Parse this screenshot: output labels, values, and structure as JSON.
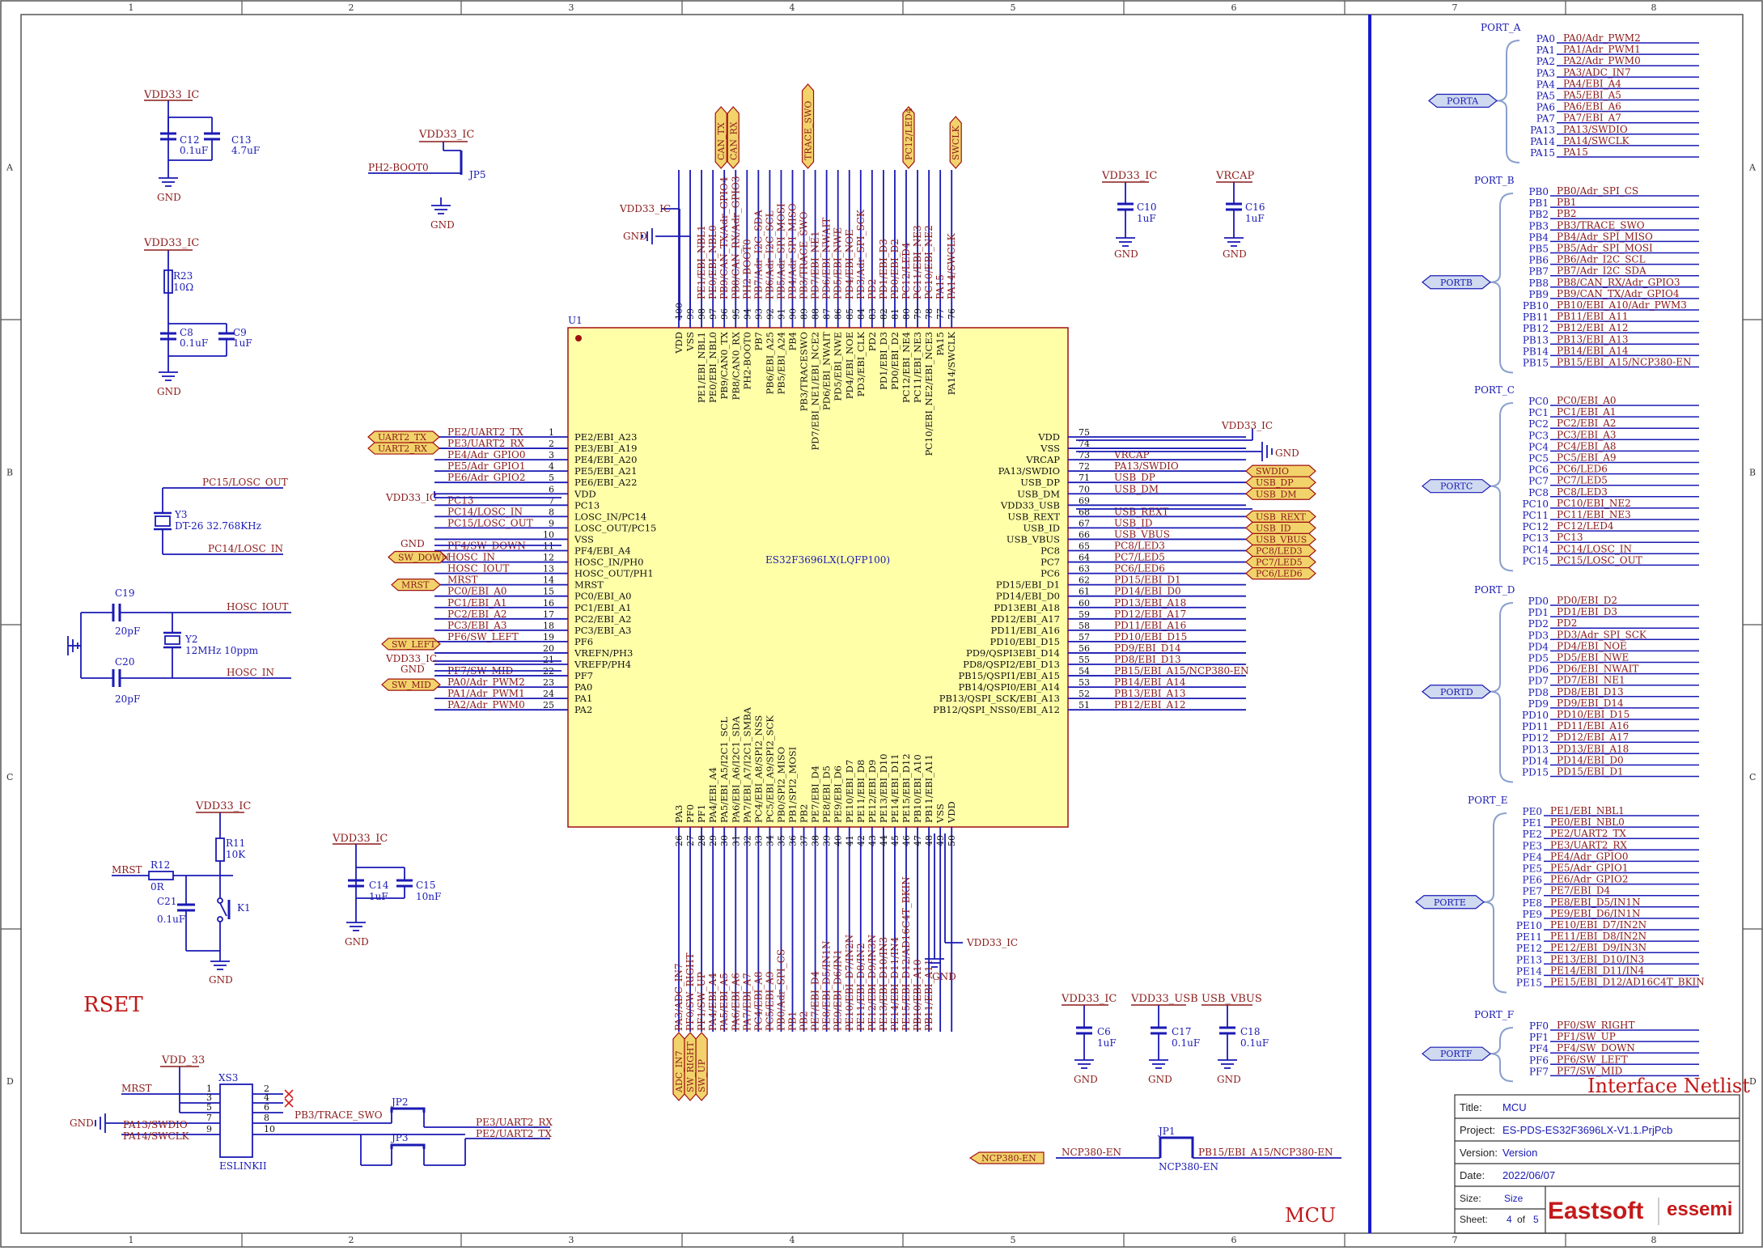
{
  "frame": {
    "columns": [
      "1",
      "2",
      "3",
      "4",
      "5",
      "6",
      "7",
      "8"
    ],
    "rows": [
      "A",
      "B",
      "C",
      "D"
    ]
  },
  "colors": {
    "wire": "#1a1ab4",
    "label": "#8b1a1a",
    "chip_fill": "#ffffa8",
    "chip_border": "#a01010",
    "port_flag_fill": "#f2d36b",
    "netlist_flag_fill": "#cfdaf0",
    "divider": "#1a1ad0"
  },
  "texts": {
    "vdd33_ic": "VDD33_IC",
    "gnd": "GND",
    "c12": "C12",
    "c12_val": "0.1uF",
    "c13": "C13",
    "c13_val": "4.7uF",
    "r23": "R23",
    "r23_val": "10Ω",
    "c8": "C8",
    "c8_val": "0.1uF",
    "c9": "C9",
    "c9_val": "1uF",
    "ph2_boot0": "PH2-BOOT0",
    "jp5": "JP5",
    "pc15_losc_out": "PC15/LOSC_OUT",
    "pc14_losc_in": "PC14/LOSC_IN",
    "y3": "Y3",
    "y3_val": "DT-26 32.768KHz",
    "c19": "C19",
    "c19_val": "20pF",
    "c20": "C20",
    "c20_val": "20pF",
    "y2": "Y2",
    "y2_val": "12MHz 10ppm",
    "hosc_iout": "HOSC_IOUT",
    "hosc_in": "HOSC_IN",
    "mrst": "MRST",
    "r12": "R12",
    "r12_val": "0R",
    "c21": "C21",
    "c21_val": "0.1uF",
    "r11": "R11",
    "r11_val": "10K",
    "k1": "K1",
    "c14": "C14",
    "c14_val": "1uF",
    "c15": "C15",
    "c15_val": "10nF",
    "rset": "RSET",
    "vdd_33": "VDD_33",
    "xs3": "XS3",
    "eslinkii": "ESLINKII",
    "pa13_swdio": "PA13/SWDIO",
    "pa14_swclk": "PA14/SWCLK",
    "pb3_trace": "PB3/TRACE_SWO",
    "jp2": "JP2",
    "jp3": "JP3",
    "pe3_uart2_rx": "PE3/UART2_RX",
    "pe2_uart2_tx": "PE2/UART2_TX",
    "c10": "C10",
    "c10_val": "1uF",
    "vrcap": "VRCAP",
    "c16": "C16",
    "c16_val": "1uF",
    "u1": "U1",
    "chip_name": "ES32F3696LX(LQFP100)",
    "c6": "C6",
    "c6_val": "1uF",
    "vdd33_usb": "VDD33_USB",
    "c17": "C17",
    "c17_val": "0.1uF",
    "usb_vbus": "USB_VBUS",
    "c18": "C18",
    "c18_val": "0.1uF",
    "jp1": "JP1",
    "ncp380_en": "NCP380-EN",
    "pb15_ncp": "PB15/EBI_A15/NCP380-EN",
    "mcu": "MCU",
    "interface_netlist": "Interface Netlist",
    "usb_rext": "USB_REXT",
    "usb_id": "USB_ID",
    "usb_dp": "USB_DP",
    "usb_dm": "USB_DM"
  },
  "xs3_pins": [
    "1",
    "2",
    "3",
    "4",
    "5",
    "6",
    "7",
    "8",
    "9",
    "10"
  ],
  "left_pins": [
    {
      "num": "1",
      "name": "PE2/EBI_A23",
      "net": "PE2/UART2_TX"
    },
    {
      "num": "2",
      "name": "PE3/EBI_A19",
      "net": "PE3/UART2_RX"
    },
    {
      "num": "3",
      "name": "PE4/EBI_A20",
      "net": "PE4/Adr_GPIO0"
    },
    {
      "num": "4",
      "name": "PE5/EBI_A21",
      "net": "PE5/Adr_GPIO1"
    },
    {
      "num": "5",
      "name": "PE6/EBI_A22",
      "net": "PE6/Adr_GPIO2"
    },
    {
      "num": "6",
      "name": "VDD",
      "net": ""
    },
    {
      "num": "7",
      "name": "PC13",
      "net": "PC13"
    },
    {
      "num": "8",
      "name": "LOSC_IN/PC14",
      "net": "PC14/LOSC_IN"
    },
    {
      "num": "9",
      "name": "LOSC_OUT/PC15",
      "net": "PC15/LOSC_OUT"
    },
    {
      "num": "10",
      "name": "VSS",
      "net": ""
    },
    {
      "num": "11",
      "name": "PF4/EBI_A4",
      "net": "PF4/SW_DOWN"
    },
    {
      "num": "12",
      "name": "HOSC_IN/PH0",
      "net": "HOSC_IN"
    },
    {
      "num": "13",
      "name": "HOSC_OUT/PH1",
      "net": "HOSC_IOUT"
    },
    {
      "num": "14",
      "name": "MRST",
      "net": "MRST"
    },
    {
      "num": "15",
      "name": "PC0/EBI_A0",
      "net": "PC0/EBI_A0"
    },
    {
      "num": "16",
      "name": "PC1/EBI_A1",
      "net": "PC1/EBI_A1"
    },
    {
      "num": "17",
      "name": "PC2/EBI_A2",
      "net": "PC2/EBI_A2"
    },
    {
      "num": "18",
      "name": "PC3/EBI_A3",
      "net": "PC3/EBI_A3"
    },
    {
      "num": "19",
      "name": "PF6",
      "net": "PF6/SW_LEFT"
    },
    {
      "num": "20",
      "name": "VREFN/PH3",
      "net": ""
    },
    {
      "num": "21",
      "name": "VREFP/PH4",
      "net": ""
    },
    {
      "num": "22",
      "name": "PF7",
      "net": "PF7/SW_MID"
    },
    {
      "num": "23",
      "name": "PA0",
      "net": "PA0/Adr_PWM2"
    },
    {
      "num": "24",
      "name": "PA1",
      "net": "PA1/Adr_PWM1"
    },
    {
      "num": "25",
      "name": "PA2",
      "net": "PA2/Adr_PWM0"
    }
  ],
  "left_extra": {
    "vdd33_ic": "VDD33_IC",
    "gnd": "GND",
    "vdd33_ic2": "VDD33_IC",
    "gnd2": "GND"
  },
  "left_flags": [
    "UART2_TX",
    "UART2_RX",
    "SW_DOWN",
    "MRST",
    "SW_LEFT",
    "SW_MID"
  ],
  "right_pins": [
    {
      "num": "75",
      "name": "VDD",
      "net": ""
    },
    {
      "num": "74",
      "name": "VSS",
      "net": ""
    },
    {
      "num": "73",
      "name": "VRCAP",
      "net": "VRCAP"
    },
    {
      "num": "72",
      "name": "PA13/SWDIO",
      "net": "PA13/SWDIO"
    },
    {
      "num": "71",
      "name": "USB_DP",
      "net": "USB_DP"
    },
    {
      "num": "70",
      "name": "USB_DM",
      "net": "USB_DM"
    },
    {
      "num": "69",
      "name": "VDD33_USB",
      "net": ""
    },
    {
      "num": "68",
      "name": "USB_REXT",
      "net": "USB_REXT"
    },
    {
      "num": "67",
      "name": "USB_ID",
      "net": "USB_ID"
    },
    {
      "num": "66",
      "name": "USB_VBUS",
      "net": "USB_VBUS"
    },
    {
      "num": "65",
      "name": "PC8",
      "net": "PC8/LED3"
    },
    {
      "num": "64",
      "name": "PC7",
      "net": "PC7/LED5"
    },
    {
      "num": "63",
      "name": "PC6",
      "net": "PC6/LED6"
    },
    {
      "num": "62",
      "name": "PD15/EBI_D1",
      "net": "PD15/EBI_D1"
    },
    {
      "num": "61",
      "name": "PD14/EBI_D0",
      "net": "PD14/EBI_D0"
    },
    {
      "num": "60",
      "name": "PD13EBI_A18",
      "net": "PD13/EBI_A18"
    },
    {
      "num": "59",
      "name": "PD12/EBI_A17",
      "net": "PD12/EBI_A17"
    },
    {
      "num": "58",
      "name": "PD11/EBI_A16",
      "net": "PD11/EBI_A16"
    },
    {
      "num": "57",
      "name": "PD10/EBI_D15",
      "net": "PD10/EBI_D15"
    },
    {
      "num": "56",
      "name": "PD9/QSPI3EBI_D14",
      "net": "PD9/EBI_D14"
    },
    {
      "num": "55",
      "name": "PD8/QSPI2/EBI_D13",
      "net": "PD8/EBI_D13"
    },
    {
      "num": "54",
      "name": "PB15/QSPI1/EBI_A15",
      "net": "PB15/EBI_A15/NCP380-EN"
    },
    {
      "num": "53",
      "name": "PB14/QSPI0/EBI_A14",
      "net": "PB14/EBI_A14"
    },
    {
      "num": "52",
      "name": "PB13/QSPI_SCK/EBI_A13",
      "net": "PB13/EBI_A13"
    },
    {
      "num": "51",
      "name": "PB12/QSPI_NSS0/EBI_A12",
      "net": "PB12/EBI_A12"
    }
  ],
  "right_extra": {
    "vdd33_ic": "VDD33_IC",
    "gnd": "GND",
    "vdd33_usb": "VDD33_USB"
  },
  "right_flags": [
    "SWDIO",
    "USB_DP",
    "USB_DM",
    "USB_REXT",
    "USB_ID",
    "USB_VBUS",
    "PC8/LED3",
    "PC7/LED5",
    "PC6/LED6"
  ],
  "top_pins": [
    {
      "num": "100",
      "name": "VDD",
      "net": ""
    },
    {
      "num": "99",
      "name": "VSS",
      "net": ""
    },
    {
      "num": "98",
      "name": "PE1/EBI_NBL1",
      "net": "PE1/EBI_NBL1"
    },
    {
      "num": "97",
      "name": "PE0/EBI_NBL0",
      "net": "PE0/EBI_NBL0"
    },
    {
      "num": "96",
      "name": "PB9/CAN0_TX",
      "net": "PB9/CAN_TX/Adr_GPIO4"
    },
    {
      "num": "95",
      "name": "PB8/CAN0_RX",
      "net": "PB8/CAN_RX/Adr_GPIO3"
    },
    {
      "num": "94",
      "name": "PH2-BOOT0",
      "net": "PH2-BOOT0"
    },
    {
      "num": "93",
      "name": "PB7",
      "net": "PB7/Adr_I2C_SDA"
    },
    {
      "num": "92",
      "name": "PB6/EBI_A25",
      "net": "PB6/Adr_I2C_SCL"
    },
    {
      "num": "91",
      "name": "PB5/EBI_A24",
      "net": "PB5/Adr_SPI_MOSI"
    },
    {
      "num": "90",
      "name": "PB4",
      "net": "PB4/Adr_SPI_MISO"
    },
    {
      "num": "89",
      "name": "PB3/TRACESWO",
      "net": "PB3/TRACE_SWO"
    },
    {
      "num": "88",
      "name": "PD7/EBI_NE1/EBI_NCE2",
      "net": "PD7/EBI_NE1"
    },
    {
      "num": "87",
      "name": "PD6/EBI_NWAIT",
      "net": "PD6/EBI_NWAIT"
    },
    {
      "num": "86",
      "name": "PD5/EBI_NWE",
      "net": "PD5/EBI_NWE"
    },
    {
      "num": "85",
      "name": "PD4/EBI_NOE",
      "net": "PD4/EBI_NOE"
    },
    {
      "num": "84",
      "name": "PD3/EBI_CLK",
      "net": "PD3/Adr_SPI_SCK"
    },
    {
      "num": "83",
      "name": "PD2",
      "net": "PD2"
    },
    {
      "num": "82",
      "name": "PD1/EBI_D3",
      "net": "PD1/EBI_D3"
    },
    {
      "num": "81",
      "name": "PD0/EBI_D2",
      "net": "PD0/EBI_D2"
    },
    {
      "num": "80",
      "name": "PC12/EBI_NE4",
      "net": "PC12/LED4"
    },
    {
      "num": "79",
      "name": "PC11/EBI_NE3",
      "net": "PC11/EBI_NE3"
    },
    {
      "num": "78",
      "name": "PC10/EBI_NE2/EBI_NCE3",
      "net": "PC10/EBI_NE2"
    },
    {
      "num": "77",
      "name": "PA15",
      "net": "PA15"
    },
    {
      "num": "76",
      "name": "PA14/SWCLK",
      "net": "PA14/SWCLK"
    }
  ],
  "top_extra": {
    "vdd33_ic": "VDD33_IC",
    "gnd": "GND"
  },
  "top_flags": [
    "CAN_TX",
    "CAN_RX",
    "TRACE_SWO",
    "PC12/LED4",
    "SWCLK"
  ],
  "bottom_pins": [
    {
      "num": "26",
      "name": "PA3",
      "net": "PA3/ADC_IN7"
    },
    {
      "num": "27",
      "name": "PF0",
      "net": "PF0/SW_RIGHT"
    },
    {
      "num": "28",
      "name": "PF1",
      "net": "PF1/SW_UP"
    },
    {
      "num": "29",
      "name": "PA4/EBI_A4",
      "net": "PA4/EBI_A4"
    },
    {
      "num": "30",
      "name": "PA5/EBI_A5/I2C1_SCL",
      "net": "PA5/EBI_A5"
    },
    {
      "num": "31",
      "name": "PA6/EBI_A6/I2C1_SDA",
      "net": "PA6/EBI_A6"
    },
    {
      "num": "32",
      "name": "PA7/EBI_A7/I2C1_SMBA",
      "net": "PA7/EBI_A7"
    },
    {
      "num": "33",
      "name": "PC4/EBI_A8/SPI2_NSS",
      "net": "PC4/EBI_A8"
    },
    {
      "num": "34",
      "name": "PC5/EBI_A9/SPI2_SCK",
      "net": "PC5/EBI_A9"
    },
    {
      "num": "35",
      "name": "PB0/SPI2_MISO",
      "net": "PB0/Adr_SPI_CS"
    },
    {
      "num": "36",
      "name": "PB1/SPI2_MOSI",
      "net": "PB1"
    },
    {
      "num": "37",
      "name": "PB2",
      "net": "PB2"
    },
    {
      "num": "38",
      "name": "PE7/EBI_D4",
      "net": "PE7/EBI_D4"
    },
    {
      "num": "39",
      "name": "PE8/EBI_D5",
      "net": "PE8/EBI_D5/IN1N"
    },
    {
      "num": "40",
      "name": "PE9/EBI_D6",
      "net": "PE9/EBI_D6/IN1"
    },
    {
      "num": "41",
      "name": "PE10/EBI_D7",
      "net": "PE10/EBI_D7/IN2N"
    },
    {
      "num": "42",
      "name": "PE11/EBI_D8",
      "net": "PE11/EBI_D8/IN2"
    },
    {
      "num": "43",
      "name": "PE12/EBI_D9",
      "net": "PE12/EBI_D9/IN3N"
    },
    {
      "num": "44",
      "name": "PE13/EBI_D10",
      "net": "PE13/EBI_D10/IN3"
    },
    {
      "num": "45",
      "name": "PE14/EBI_D11",
      "net": "PE14/EBI_D11/IN4"
    },
    {
      "num": "46",
      "name": "PE15/EBI_D12",
      "net": "PE15/EBI_D12/AD16C4T_BKIN"
    },
    {
      "num": "47",
      "name": "PB10/EBI_A10",
      "net": "PB10/EBI_A10"
    },
    {
      "num": "48",
      "name": "PB11/EBI_A11",
      "net": "PB11/EBI_A11"
    },
    {
      "num": "49",
      "name": "VSS",
      "net": ""
    },
    {
      "num": "50",
      "name": "VDD",
      "net": ""
    }
  ],
  "bottom_extra": {
    "gnd": "GND",
    "vdd33_ic": "VDD33_IC"
  },
  "bottom_flags": [
    "ADC_IN7",
    "SW_RIGHT",
    "SW_UP"
  ],
  "ports": [
    {
      "title": "PORT_A",
      "flag": "PORTA",
      "pins": [
        {
          "pin": "PA0",
          "net": "PA0/Adr_PWM2"
        },
        {
          "pin": "PA1",
          "net": "PA1/Adr_PWM1"
        },
        {
          "pin": "PA2",
          "net": "PA2/Adr_PWM0"
        },
        {
          "pin": "PA3",
          "net": "PA3/ADC_IN7"
        },
        {
          "pin": "PA4",
          "net": "PA4/EBI_A4"
        },
        {
          "pin": "PA5",
          "net": "PA5/EBI_A5"
        },
        {
          "pin": "PA6",
          "net": "PA6/EBI_A6"
        },
        {
          "pin": "PA7",
          "net": "PA7/EBI_A7"
        },
        {
          "pin": "PA13",
          "net": "PA13/SWDIO"
        },
        {
          "pin": "PA14",
          "net": "PA14/SWCLK"
        },
        {
          "pin": "PA15",
          "net": "PA15"
        }
      ]
    },
    {
      "title": "PORT_B",
      "flag": "PORTB",
      "pins": [
        {
          "pin": "PB0",
          "net": "PB0/Adr_SPI_CS"
        },
        {
          "pin": "PB1",
          "net": "PB1"
        },
        {
          "pin": "PB2",
          "net": "PB2"
        },
        {
          "pin": "PB3",
          "net": "PB3/TRACE_SWO"
        },
        {
          "pin": "PB4",
          "net": "PB4/Adr_SPI_MISO"
        },
        {
          "pin": "PB5",
          "net": "PB5/Adr_SPI_MOSI"
        },
        {
          "pin": "PB6",
          "net": "PB6/Adr_I2C_SCL"
        },
        {
          "pin": "PB7",
          "net": "PB7/Adr_I2C_SDA"
        },
        {
          "pin": "PB8",
          "net": "PB8/CAN_RX/Adr_GPIO3"
        },
        {
          "pin": "PB9",
          "net": "PB9/CAN_TX/Adr_GPIO4"
        },
        {
          "pin": "PB10",
          "net": "PB10/EBI_A10/Adr_PWM3"
        },
        {
          "pin": "PB11",
          "net": "PB11/EBI_A11"
        },
        {
          "pin": "PB12",
          "net": "PB12/EBI_A12"
        },
        {
          "pin": "PB13",
          "net": "PB13/EBI_A13"
        },
        {
          "pin": "PB14",
          "net": "PB14/EBI_A14"
        },
        {
          "pin": "PB15",
          "net": "PB15/EBI_A15/NCP380-EN"
        }
      ]
    },
    {
      "title": "PORT_C",
      "flag": "PORTC",
      "pins": [
        {
          "pin": "PC0",
          "net": "PC0/EBI_A0"
        },
        {
          "pin": "PC1",
          "net": "PC1/EBI_A1"
        },
        {
          "pin": "PC2",
          "net": "PC2/EBI_A2"
        },
        {
          "pin": "PC3",
          "net": "PC3/EBI_A3"
        },
        {
          "pin": "PC4",
          "net": "PC4/EBI_A8"
        },
        {
          "pin": "PC5",
          "net": "PC5/EBI_A9"
        },
        {
          "pin": "PC6",
          "net": "PC6/LED6"
        },
        {
          "pin": "PC7",
          "net": "PC7/LED5"
        },
        {
          "pin": "PC8",
          "net": "PC8/LED3"
        },
        {
          "pin": "PC10",
          "net": "PC10/EBI_NE2"
        },
        {
          "pin": "PC11",
          "net": "PC11/EBI_NE3"
        },
        {
          "pin": "PC12",
          "net": "PC12/LED4"
        },
        {
          "pin": "PC13",
          "net": "PC13"
        },
        {
          "pin": "PC14",
          "net": "PC14/LOSC_IN"
        },
        {
          "pin": "PC15",
          "net": "PC15/LOSC_OUT"
        }
      ]
    },
    {
      "title": "PORT_D",
      "flag": "PORTD",
      "pins": [
        {
          "pin": "PD0",
          "net": "PD0/EBI_D2"
        },
        {
          "pin": "PD1",
          "net": "PD1/EBI_D3"
        },
        {
          "pin": "PD2",
          "net": "PD2"
        },
        {
          "pin": "PD3",
          "net": "PD3/Adr_SPI_SCK"
        },
        {
          "pin": "PD4",
          "net": "PD4/EBI_NOE"
        },
        {
          "pin": "PD5",
          "net": "PD5/EBI_NWE"
        },
        {
          "pin": "PD6",
          "net": "PD6/EBI_NWAIT"
        },
        {
          "pin": "PD7",
          "net": "PD7/EBI_NE1"
        },
        {
          "pin": "PD8",
          "net": "PD8/EBI_D13"
        },
        {
          "pin": "PD9",
          "net": "PD9/EBI_D14"
        },
        {
          "pin": "PD10",
          "net": "PD10/EBI_D15"
        },
        {
          "pin": "PD11",
          "net": "PD11/EBI_A16"
        },
        {
          "pin": "PD12",
          "net": "PD12/EBI_A17"
        },
        {
          "pin": "PD13",
          "net": "PD13/EBI_A18"
        },
        {
          "pin": "PD14",
          "net": "PD14/EBI_D0"
        },
        {
          "pin": "PD15",
          "net": "PD15/EBI_D1"
        }
      ]
    },
    {
      "title": "PORT_E",
      "flag": "PORTE",
      "pins": [
        {
          "pin": "PE0",
          "net": "PE1/EBI_NBL1"
        },
        {
          "pin": "PE1",
          "net": "PE0/EBI_NBL0"
        },
        {
          "pin": "PE2",
          "net": "PE2/UART2_TX"
        },
        {
          "pin": "PE3",
          "net": "PE3/UART2_RX"
        },
        {
          "pin": "PE4",
          "net": "PE4/Adr_GPIO0"
        },
        {
          "pin": "PE5",
          "net": "PE5/Adr_GPIO1"
        },
        {
          "pin": "PE6",
          "net": "PE6/Adr_GPIO2"
        },
        {
          "pin": "PE7",
          "net": "PE7/EBI_D4"
        },
        {
          "pin": "PE8",
          "net": "PE8/EBI_D5/IN1N"
        },
        {
          "pin": "PE9",
          "net": "PE9/EBI_D6/IN1N"
        },
        {
          "pin": "PE10",
          "net": "PE10/EBI_D7/IN2N"
        },
        {
          "pin": "PE11",
          "net": "PE11/EBI_D8/IN2N"
        },
        {
          "pin": "PE12",
          "net": "PE12/EBI_D9/IN3N"
        },
        {
          "pin": "PE13",
          "net": "PE13/EBI_D10/IN3"
        },
        {
          "pin": "PE14",
          "net": "PE14/EBI_D11/IN4"
        },
        {
          "pin": "PE15",
          "net": "PE15/EBI_D12/AD16C4T_BKIN"
        }
      ]
    },
    {
      "title": "PORT_F",
      "flag": "PORTF",
      "pins": [
        {
          "pin": "PF0",
          "net": "PF0/SW_RIGHT"
        },
        {
          "pin": "PF1",
          "net": "PF1/SW_UP"
        },
        {
          "pin": "PF4",
          "net": "PF4/SW_DOWN"
        },
        {
          "pin": "PF6",
          "net": "PF6/SW_LEFT"
        },
        {
          "pin": "PF7",
          "net": "PF7/SW_MID"
        }
      ]
    }
  ],
  "title_block": {
    "title_label": "Title:",
    "title": "MCU",
    "project_label": "Project:",
    "project": "ES-PDS-ES32F3696LX-V1.1.PrjPcb",
    "version_label": "Version:",
    "version": "Version",
    "date_label": "Date:",
    "date": "2022/06/07",
    "size_label": "Size:",
    "size": "Size",
    "sheet_label": "Sheet:",
    "sheet": "4",
    "sheet_of": "of",
    "sheet_total": "5",
    "logo_eastsoft": "Eastsoft",
    "logo_essemi": "essemi"
  }
}
